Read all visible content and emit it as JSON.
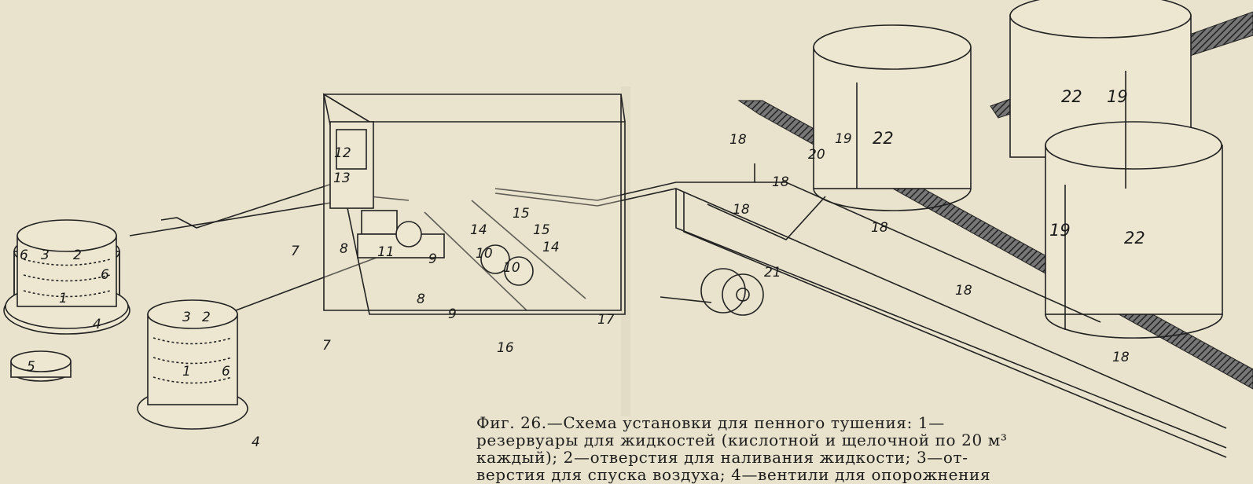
{
  "figure": {
    "caption_lines": [
      "Фиг. 26.—Схема установки для пенного тушения: 1—",
      "резервуары для жидкостей (кислотной и щелочной по 20 м³",
      "каждый); 2—отверстия для наливания жидкости; 3—от-",
      "верстия для спуска воздуха; 4—вентили для опорожнения"
    ],
    "labels": {
      "l1a": "1",
      "l2a": "2",
      "l3a": "3",
      "l6a": "6",
      "l4a": "4",
      "l5": "5",
      "l1b": "1",
      "l2b": "2",
      "l3b": "3",
      "l6b": "6",
      "l4b": "4",
      "l7a": "7",
      "l7b": "7",
      "l8a": "8",
      "l8b": "8",
      "l9a": "9",
      "l9b": "9",
      "l10a": "10",
      "l10b": "10",
      "l11": "11",
      "l12": "12",
      "l13": "13",
      "l14a": "14",
      "l14b": "14",
      "l15a": "15",
      "l15b": "15",
      "l16": "16",
      "l17": "17",
      "l18a": "18",
      "l18b": "18",
      "l18c": "18",
      "l18d": "18",
      "l18e": "18",
      "l18f": "18",
      "l19a": "19",
      "l19b": "19",
      "l19c": "19",
      "l20": "20",
      "l21": "21",
      "l22a": "22",
      "l22b": "22",
      "l22c": "22"
    }
  }
}
